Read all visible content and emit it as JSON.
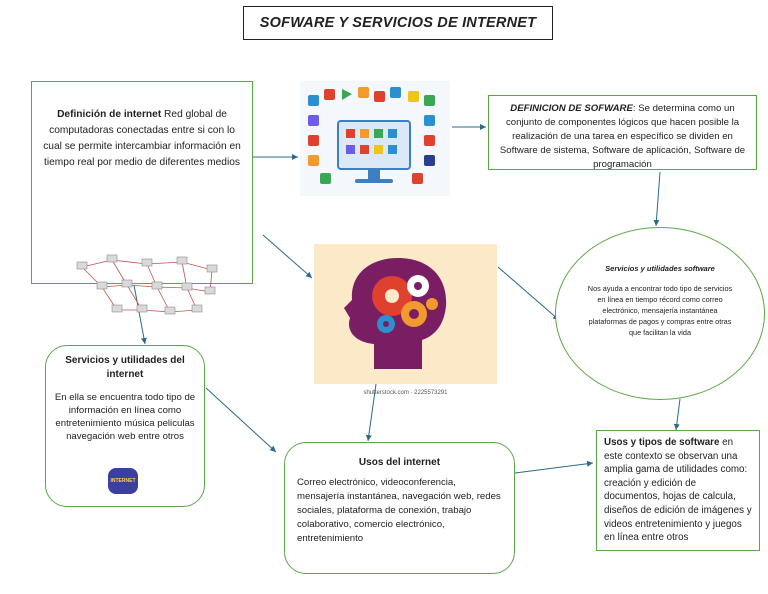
{
  "title": "SOFWARE Y SERVICIOS DE INTERNET",
  "internet_def": {
    "heading": "Definición de internet",
    "body": " Red global de computadoras conectadas entre si con lo cual se permite intercambiar información en tiempo real por medio de diferentes medios"
  },
  "software_def": {
    "heading": "DEFINICION DE SOFWARE",
    "body": ": Se determina como un conjunto de componentes lógicos que hacen posible la realización de una tarea en específico se dividen en Software de sistema, Software de aplicación, Software de programación"
  },
  "servicios_software": {
    "heading": "Servicios y utilidades software",
    "body": "Nos ayuda a encontrar todo tipo de servicios en línea en tiempo récord como correo electrónico, mensajería instantánea plataformas de pagos y compras entre otras que facilitan la vida"
  },
  "servicios_internet": {
    "heading": "Servicios y utilidades del internet",
    "body": "En ella se encuentra todo tipo de información en línea como entretenimiento música peliculas navegación web entre otros",
    "badge": "INTERNET"
  },
  "usos_internet": {
    "heading": "Usos del internet",
    "body": "Correo electrónico, videoconferencia, mensajería instantánea, navegación web, redes sociales, plataforma de conexión, trabajo colaborativo, comercio electrónico, entretenimiento"
  },
  "usos_software": {
    "heading": "Usos y tipos de software",
    "body": " en este contexto se observan una amplia gama de utilidades como: creación y edición de documentos, hojas de calcula, diseños de edición de imágenes y videos entretenimiento y juegos en línea entre otros"
  },
  "brain_caption": "shutterstock.com · 2225573291",
  "colors": {
    "box_border": "#5aa845",
    "arrow": "#2b6a8e",
    "brain_bg": "#fbe9c8",
    "head": "#7a1e63",
    "gear_red": "#e0402e",
    "gear_orange": "#f29a2e",
    "gear_blue": "#2d8fd0"
  }
}
